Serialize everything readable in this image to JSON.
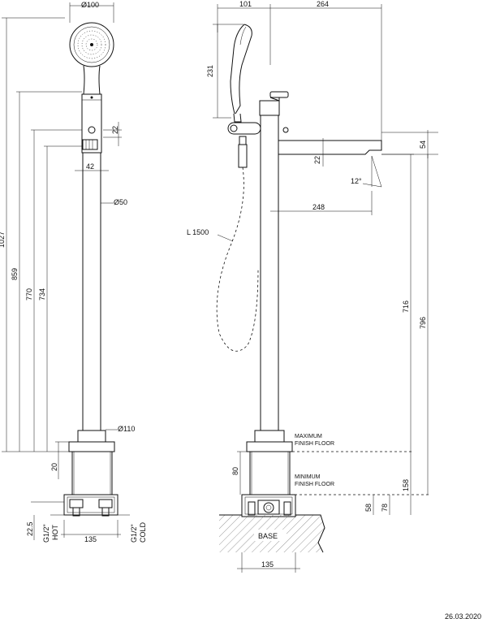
{
  "dimensions": {
    "head_diameter": "Ø100",
    "width_101": "101",
    "spout_264": "264",
    "handshower_231": "231",
    "side_22": "22",
    "front_22": "22",
    "spout_54": "54",
    "angle_12": "12°",
    "body_42": "42",
    "tube_diameter": "Ø50",
    "reach_248": "248",
    "hose_length": "L 1500",
    "total_1027": "1027",
    "dim_859": "859",
    "dim_770": "770",
    "dim_734": "734",
    "dim_716": "716",
    "dim_796": "796",
    "base_diameter": "Ø110",
    "dim_20": "20",
    "dim_80": "80",
    "dim_158": "158",
    "dim_58": "58",
    "dim_78": "78",
    "dim_225": "22.5",
    "base_width_front": "135",
    "base_width_side": "135"
  },
  "labels": {
    "max_floor_line1": "MAXIMUM",
    "max_floor_line2": "FINISH FLOOR",
    "min_floor_line1": "MINIMUM",
    "min_floor_line2": "FINISH FLOOR",
    "base": "BASE",
    "hot_line1": "G1/2\"",
    "hot_line2": "HOT",
    "cold_line1": "G1/2\"",
    "cold_line2": "COLD"
  },
  "date": "26.03.2020"
}
